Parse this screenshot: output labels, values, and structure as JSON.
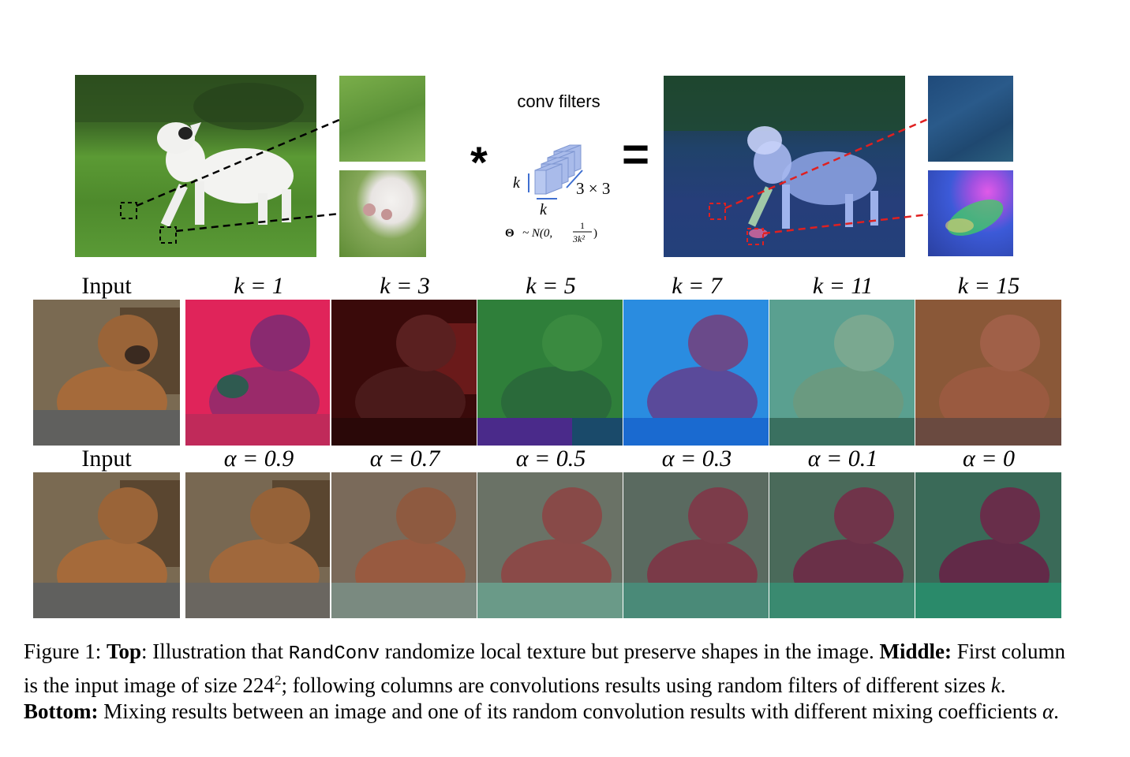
{
  "top": {
    "conv_title": "conv filters",
    "star_symbol": "*",
    "equals_symbol": "=",
    "filter_k_left": "k",
    "filter_k_bottom": "k",
    "filter_size": "3 × 3",
    "theta_prefix": "Θ",
    "theta_dist": "~ N(0,",
    "theta_num": "1",
    "theta_den": "3k²",
    "theta_close": ")"
  },
  "middle_labels": [
    "Input",
    "k = 1",
    "k = 3",
    "k = 5",
    "k = 7",
    "k = 11",
    "k = 15"
  ],
  "bottom_labels": [
    "Input",
    "α = 0.9",
    "α = 0.7",
    "α = 0.5",
    "α = 0.3",
    "α = 0.1",
    "α = 0"
  ],
  "caption": {
    "fig": "Figure 1:",
    "top_bold": "Top",
    "t1": ": Illustration that",
    "code": "RandConv",
    "t2": "randomize local texture but preserve shapes in the image.",
    "middle_bold": "Middle:",
    "t3": "First column is the input image of size 224",
    "sup": "2",
    "t4": "; following columns are convolutions results using random filters of different sizes",
    "k": "k",
    "t5": ".",
    "bottom_bold": "Bottom:",
    "t6": "Mixing results between an image and one of its random convolution results with different mixing coefficients",
    "alpha": "α",
    "t7": "."
  },
  "colors": {
    "grass": "#4f8f2c",
    "dog_brown": "#9a6438",
    "tint_k1": "#e0245a",
    "tint_k3": "#3a0a0a",
    "tint_k5": "#2f7f3a",
    "tint_k7": "#2a8ce0",
    "tint_k11": "#5aa090",
    "tint_k15": "#8a5838",
    "dashed_red": "#e02020",
    "filter_blue": "#9fb4e6"
  }
}
